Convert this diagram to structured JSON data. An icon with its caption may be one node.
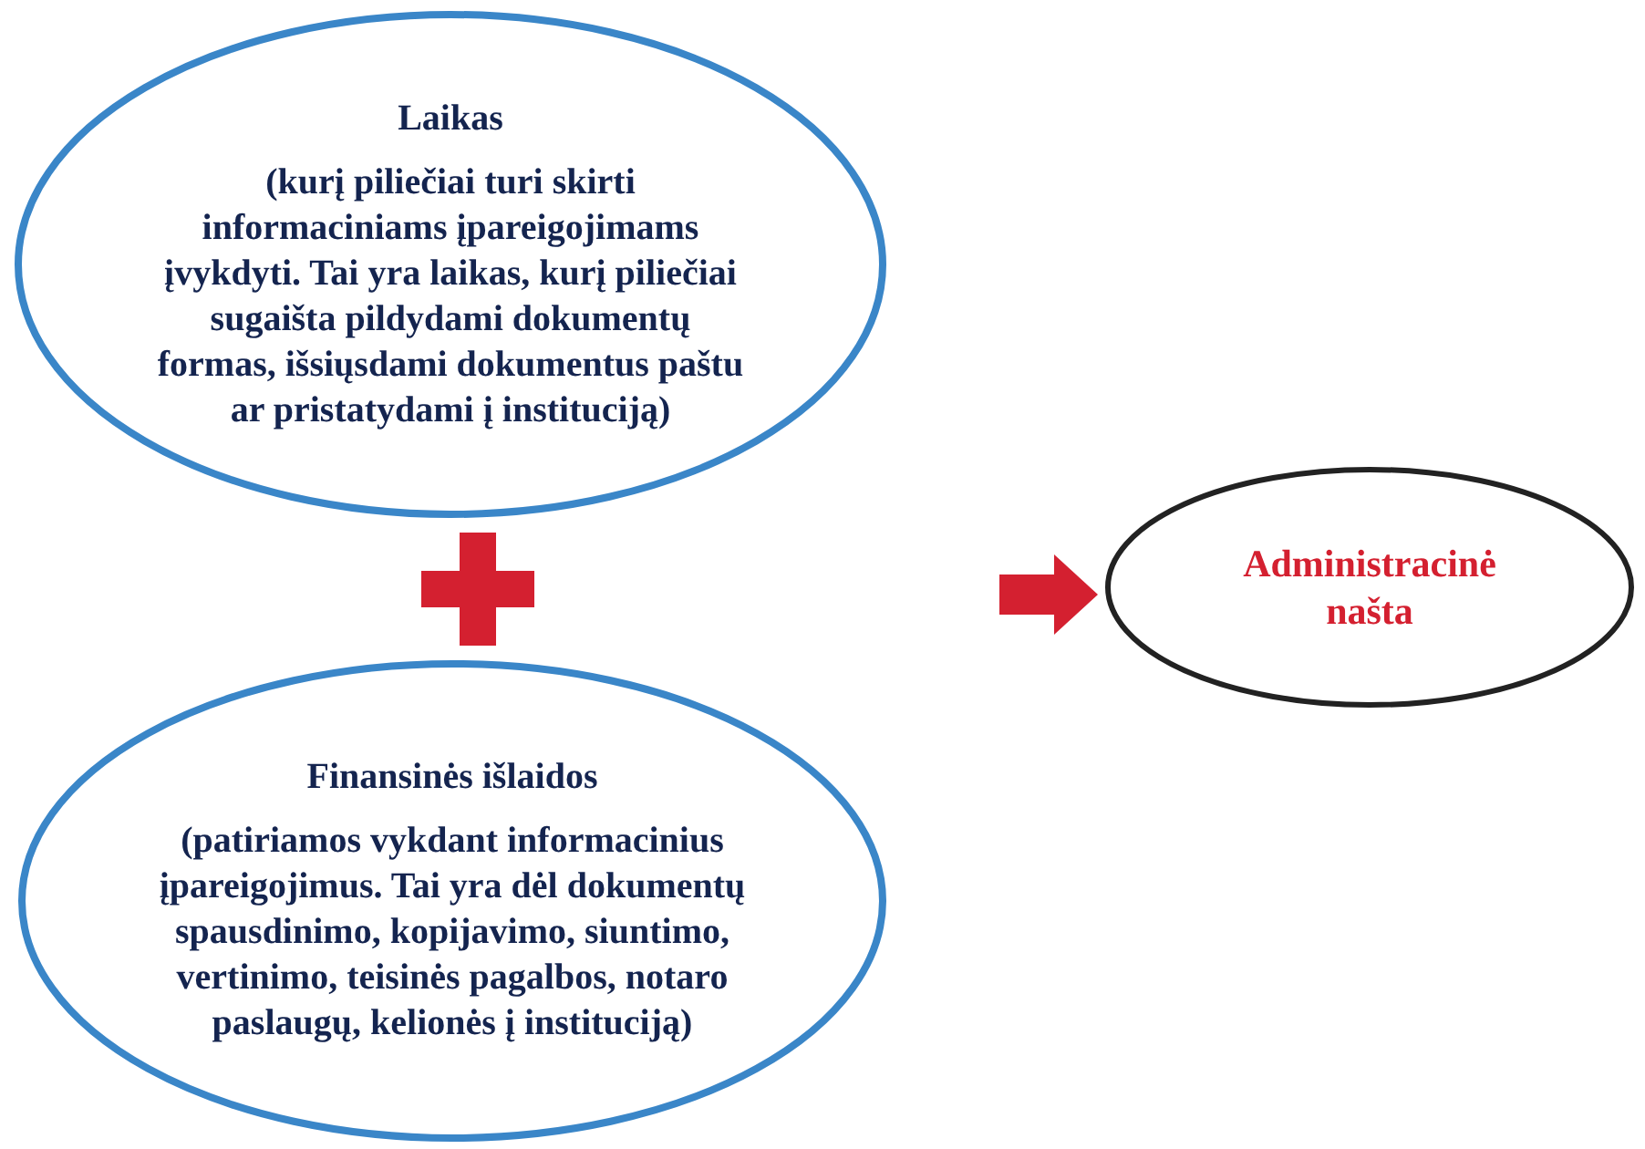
{
  "diagram": {
    "nodes": [
      {
        "text": [
          "Laikas",
          "(kurį piliečiai turi skirti informaciniams įpareigojimams įvykdyti. Tai yra laikas, kurį piliečiai sugaišta pildydami dokumentų formas, išsiųsdami dokumentus paštu ar pristatydami į instituciją)"
        ]
      },
      {
        "text": [
          "Finansinės išlaidos",
          "(patiriamos vykdant informacinius įpareigojimus. Tai yra dėl dokumentų spausdinimo, kopijavimo, siuntimo, vertinimo, teisinės pagalbos, notaro paslaugų, kelionės į instituciją)"
        ]
      },
      {
        "text": [
          "Administracinė našta"
        ]
      }
    ],
    "edges": [
      {
        "from": null,
        "to": 2,
        "arrow": "to",
        "color": "#d42030"
      }
    ]
  }
}
